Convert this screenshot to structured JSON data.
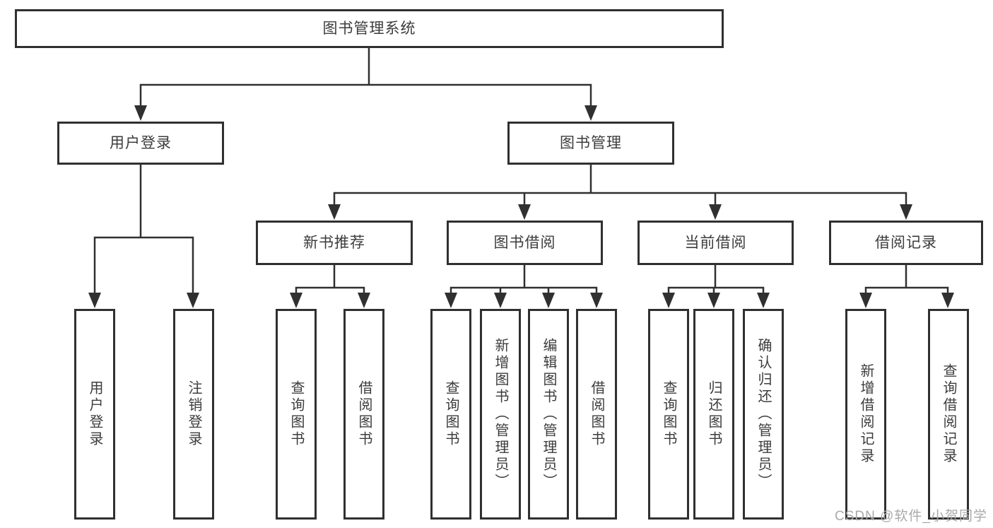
{
  "diagram": {
    "watermark": "CSDN @软件_小贺同学",
    "colors": {
      "line": "#303030",
      "box_border": "#303030",
      "text": "#3c3c3c",
      "background": "#ffffff",
      "watermark": "#a9a9a9"
    },
    "tree": {
      "label": "图书管理系统",
      "children": [
        {
          "label": "用户登录",
          "children": [
            {
              "label": "用户登录"
            },
            {
              "label": "注销登录"
            }
          ]
        },
        {
          "label": "图书管理",
          "children": [
            {
              "label": "新书推荐",
              "children": [
                {
                  "label": "查询图书"
                },
                {
                  "label": "借阅图书"
                }
              ]
            },
            {
              "label": "图书借阅",
              "children": [
                {
                  "label": "查询图书"
                },
                {
                  "label": "新增图书（管理员）"
                },
                {
                  "label": "编辑图书（管理员）"
                },
                {
                  "label": "借阅图书"
                }
              ]
            },
            {
              "label": "当前借阅",
              "children": [
                {
                  "label": "查询图书"
                },
                {
                  "label": "归还图书"
                },
                {
                  "label": "确认归还（管理员）"
                }
              ]
            },
            {
              "label": "借阅记录",
              "children": [
                {
                  "label": "新增借阅记录"
                },
                {
                  "label": "查询借阅记录"
                }
              ]
            }
          ]
        }
      ]
    }
  }
}
